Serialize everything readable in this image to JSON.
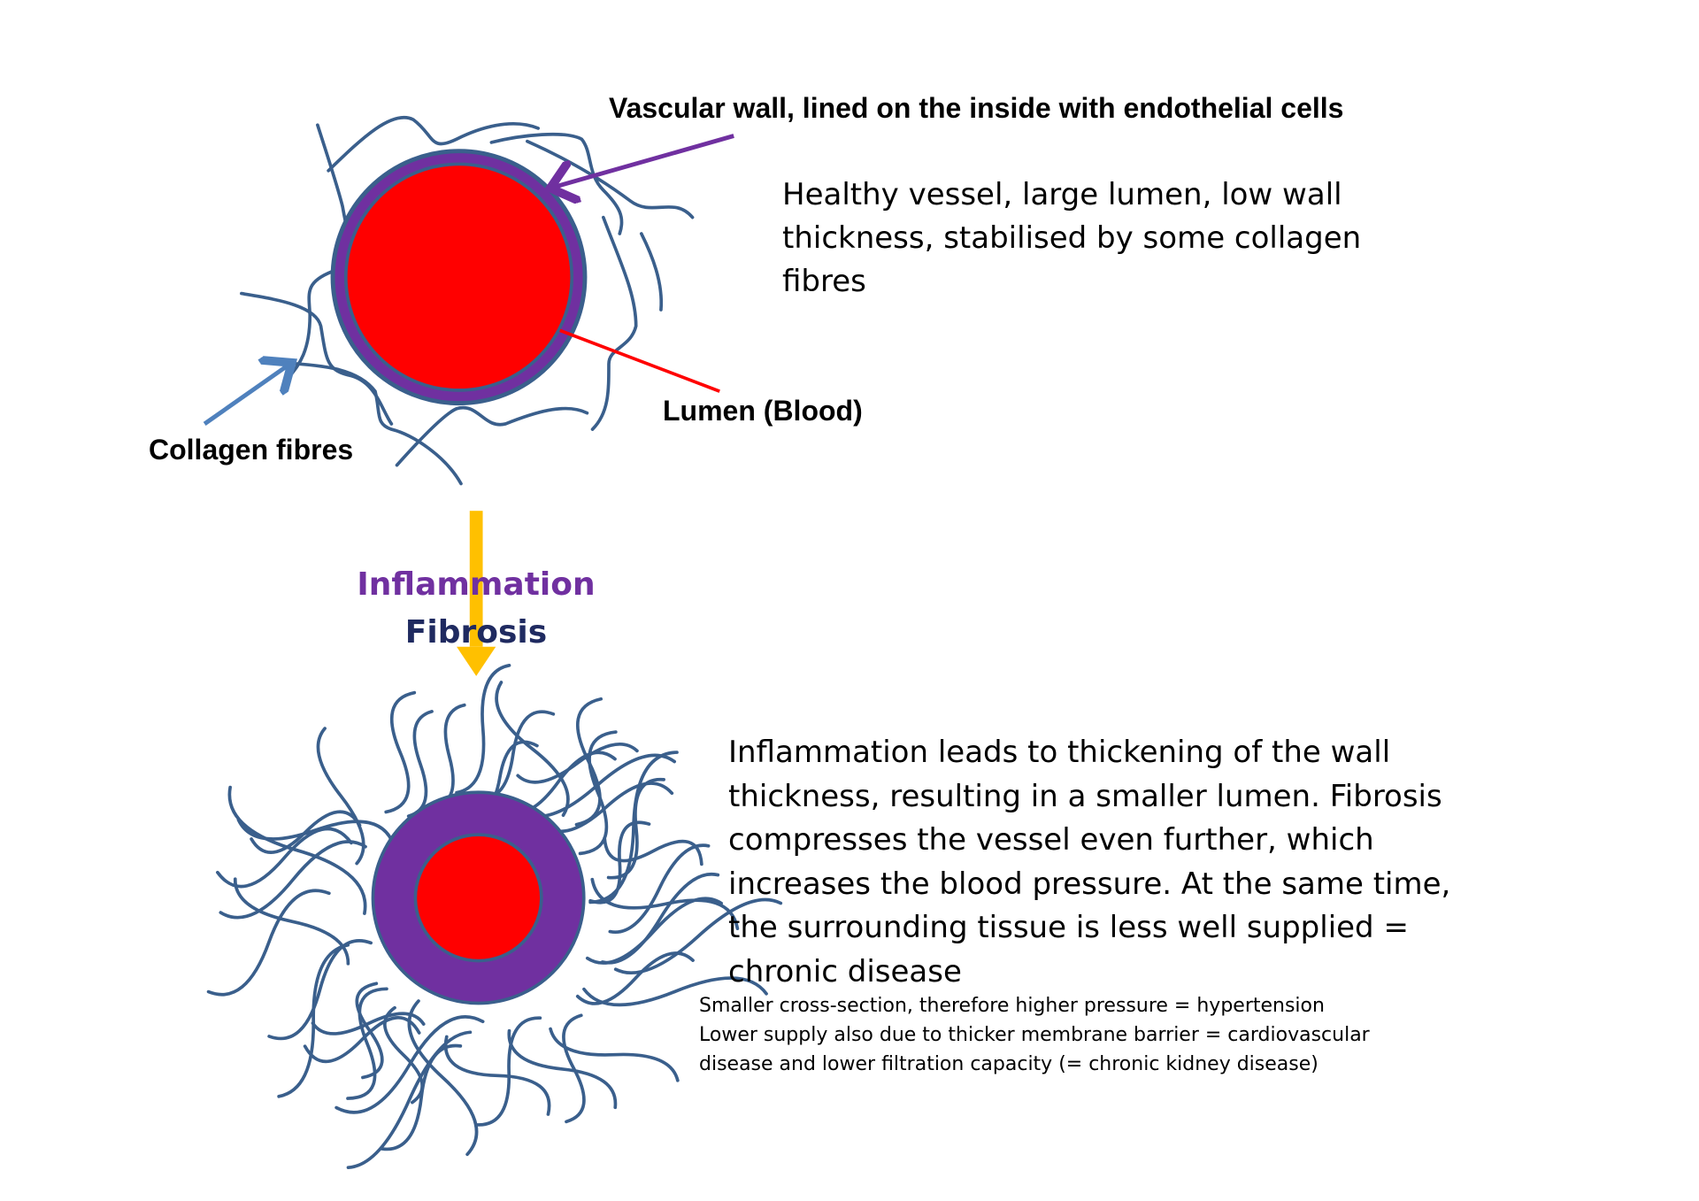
{
  "labels": {
    "vascular_wall": "Vascular wall, lined on the inside with endothelial cells",
    "lumen": "Lumen (Blood)",
    "collagen": "Collagen fibres"
  },
  "process": {
    "inflammation": "Inflammation",
    "fibrosis": "Fibrosis"
  },
  "healthy_text": "Healthy vessel, large lumen, low wall thickness, stabilised by some collagen fibres",
  "diseased_text": "Inflammation leads to thickening of the wall thickness, resulting in a smaller lumen. Fibrosis compresses the vessel even further, which increases the blood pressure. At the same time, the surrounding tissue is less well supplied = chronic disease",
  "notes": [
    "Smaller cross-section, therefore higher pressure = hypertension",
    "Lower supply also due to thicker membrane barrier = cardiovascular disease and lower filtration capacity (= chronic kidney disease)"
  ],
  "colors": {
    "lumen": "#ff0000",
    "wall": "#7030a0",
    "fibre": "#3a5f8c",
    "arrow": "#ffc000",
    "inflammation": "#7030a0",
    "fibrosis": "#1f2a60",
    "collagen_arrow": "#4f81bd"
  }
}
